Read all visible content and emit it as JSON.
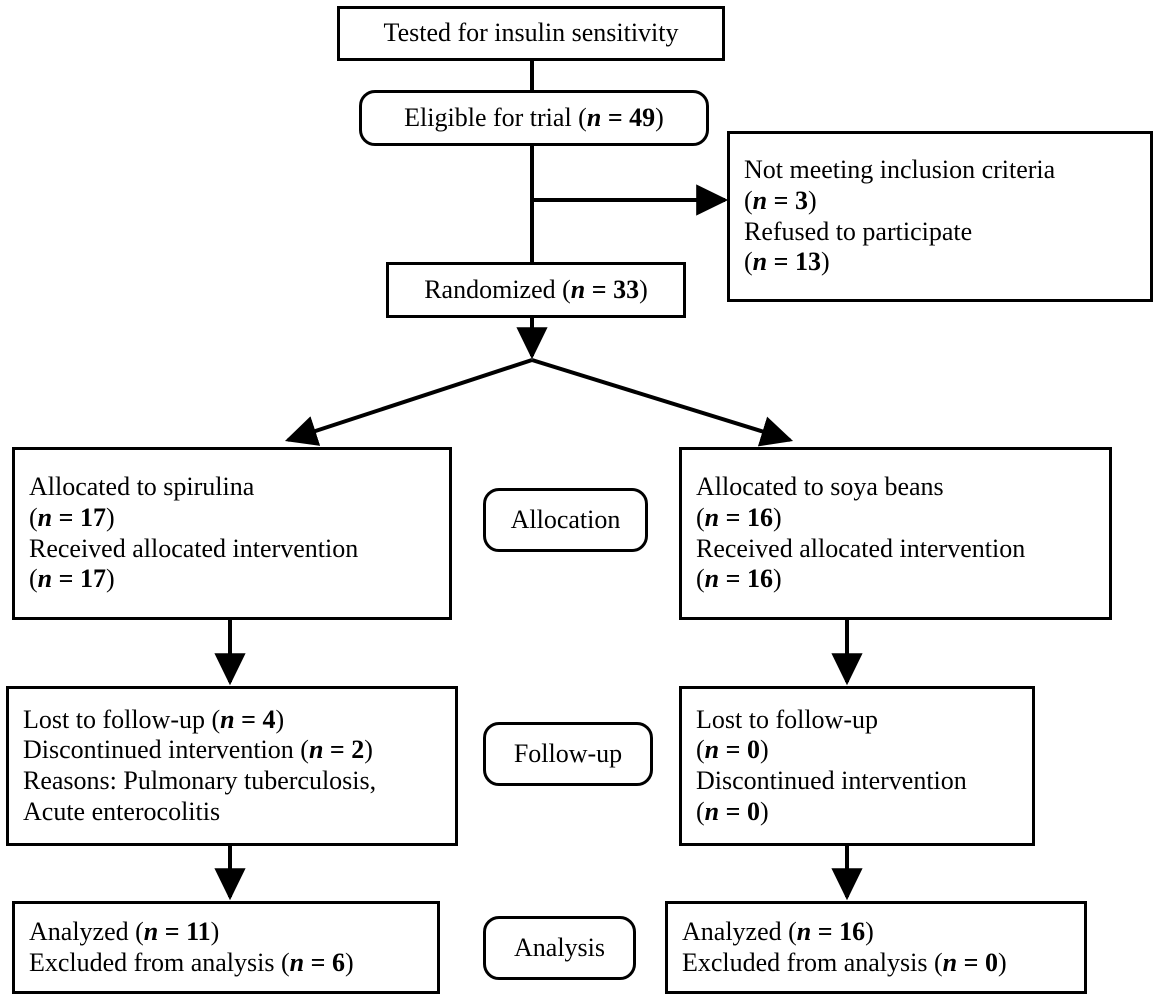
{
  "diagram": {
    "title": "CONSORT participant flow diagram",
    "stroke_color": "#000000",
    "background_color": "#ffffff"
  },
  "boxes": {
    "tested": {
      "label": "Tested for insulin sensitivity",
      "lines": [
        "Tested for insulin sensitivity"
      ],
      "shape": "rectangle"
    },
    "eligible": {
      "label": "Eligible for trial (n = 49)",
      "lines": [
        "Eligible for trial (n = 49)"
      ],
      "n": 49,
      "shape": "rounded-rectangle"
    },
    "excluded": {
      "label": "Not meeting inclusion criteria / Refused to participate",
      "lines": [
        "Not meeting inclusion criteria",
        "(n = 3)",
        "Refused to participate",
        "(n = 13)"
      ],
      "not_meeting_inclusion_criteria_n": 3,
      "refused_to_participate_n": 13,
      "shape": "rectangle"
    },
    "randomized": {
      "label": "Randomized (n = 33)",
      "lines": [
        "Randomized (n = 33)"
      ],
      "n": 33,
      "shape": "rectangle"
    },
    "alloc_left": {
      "label": "Allocated to spirulina",
      "lines": [
        "Allocated to spirulina",
        "(n = 17)",
        "Received allocated intervention",
        "(n = 17)"
      ],
      "allocated_n": 17,
      "received_intervention_n": 17,
      "shape": "rectangle"
    },
    "alloc_right": {
      "label": "Allocated to soya beans",
      "lines": [
        "Allocated to soya beans",
        "(n = 16)",
        "Received allocated intervention",
        "(n = 16)"
      ],
      "allocated_n": 16,
      "received_intervention_n": 16,
      "shape": "rectangle"
    },
    "followup_left": {
      "label": "Lost to follow-up (n = 4)",
      "lines": [
        "Lost to follow-up (n = 4)",
        "Discontinued intervention (n = 2)",
        "Reasons: Pulmonary tuberculosis,",
        "Acute enterocolitis"
      ],
      "lost_to_followup_n": 4,
      "discontinued_n": 2,
      "reasons": [
        "Pulmonary tuberculosis",
        "Acute enterocolitis"
      ],
      "shape": "rectangle"
    },
    "followup_right": {
      "label": "Lost to follow-up (n = 0)",
      "lines": [
        "Lost to follow-up",
        "(n = 0)",
        "Discontinued intervention",
        "(n = 0)"
      ],
      "lost_to_followup_n": 0,
      "discontinued_n": 0,
      "shape": "rectangle"
    },
    "analysis_left": {
      "label": "Analyzed (n = 11)",
      "lines": [
        "Analyzed (n = 11)",
        "Excluded from analysis (n = 6)"
      ],
      "analyzed_n": 11,
      "excluded_n": 6,
      "shape": "rectangle"
    },
    "analysis_right": {
      "label": "Analyzed (n = 16)",
      "lines": [
        "Analyzed (n = 16)",
        "Excluded from analysis (n = 0)"
      ],
      "analyzed_n": 16,
      "excluded_n": 0,
      "shape": "rectangle"
    }
  },
  "stage_labels": {
    "allocation": "Allocation",
    "followup": "Follow-up",
    "analysis": "Analysis"
  }
}
